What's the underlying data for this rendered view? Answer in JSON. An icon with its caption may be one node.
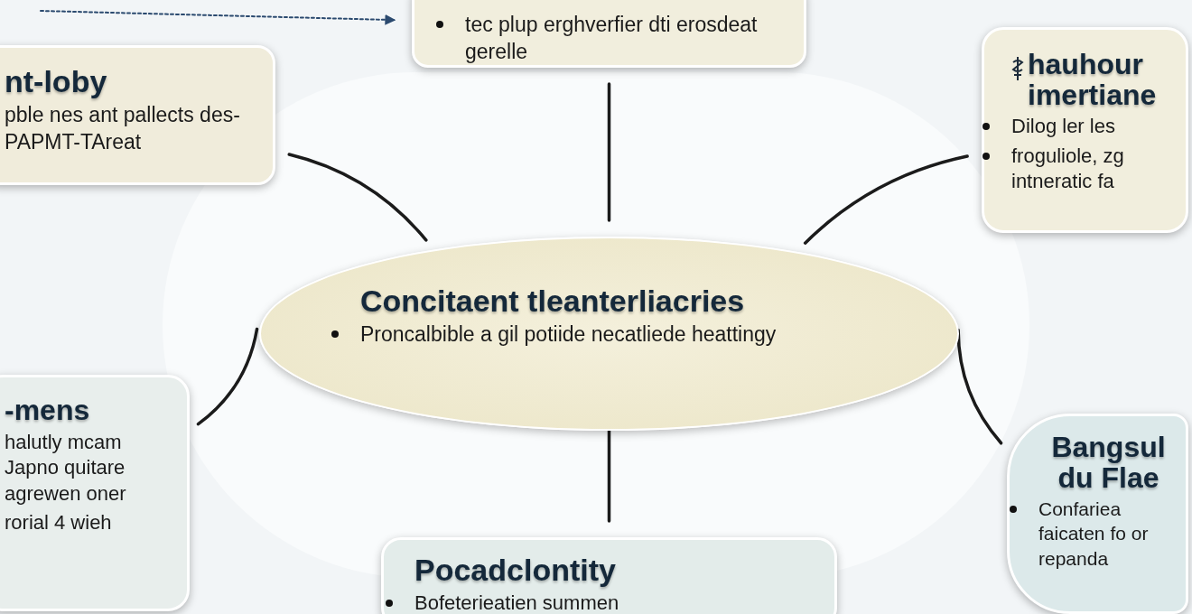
{
  "diagram": {
    "nodes": [
      {
        "text": [
          "Concitaent tleanterliacries",
          "Proncalbible a gil potiide necatliede heattingy"
        ]
      },
      {
        "text": [
          "tec plup erghverfier dti erosdeat gerelle"
        ]
      },
      {
        "text": [
          "nt-loby",
          "pble nes ant pallects des-PAPMT-TAreat"
        ]
      },
      {
        "text": [
          "hauhour imertiane",
          "Dilog ler les",
          "froguliole, zg intneratic fa"
        ]
      },
      {
        "text": [
          "-mens",
          "halutly mcam Japno quitare agrewen oner",
          "rorial 4 wieh"
        ]
      },
      {
        "text": [
          "Pocadclontity",
          "Bofeterieatien summen"
        ]
      },
      {
        "text": [
          "Bangsul du Flae",
          "Confariea faicaten fo or repanda"
        ]
      }
    ],
    "edges": [
      {
        "from": null,
        "to": 1,
        "arrow": "to",
        "style": "dashed",
        "color": "#2b4a6f"
      },
      {
        "from": 0,
        "to": 1,
        "arrow": "none"
      },
      {
        "from": 0,
        "to": 2,
        "arrow": "none"
      },
      {
        "from": 0,
        "to": 3,
        "arrow": "none"
      },
      {
        "from": 0,
        "to": 4,
        "arrow": "none"
      },
      {
        "from": 0,
        "to": 5,
        "arrow": "none"
      },
      {
        "from": 0,
        "to": 6,
        "arrow": "none"
      }
    ]
  }
}
